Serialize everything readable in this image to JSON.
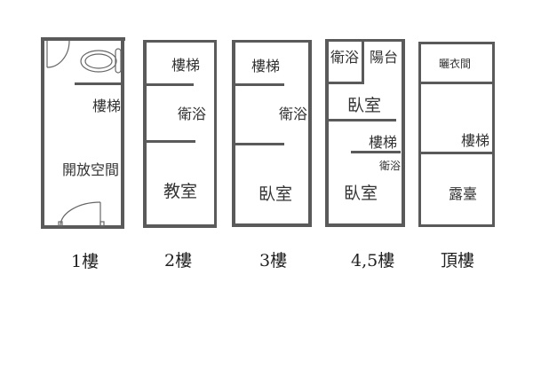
{
  "wall_color": "#5a5a5a",
  "floors": [
    {
      "caption": "1樓",
      "rooms": [
        "樓梯",
        "開放空間"
      ],
      "icons": [
        "toilet-icon",
        "door-swing-icon"
      ]
    },
    {
      "caption": "2樓",
      "rooms": [
        "樓梯",
        "衛浴",
        "教室"
      ]
    },
    {
      "caption": "3樓",
      "rooms": [
        "樓梯",
        "衛浴",
        "臥室"
      ]
    },
    {
      "caption": "4,5樓",
      "rooms": [
        "衛浴",
        "陽台",
        "臥室",
        "樓梯",
        "衛浴",
        "臥室"
      ]
    },
    {
      "caption": "頂樓",
      "rooms": [
        "曬衣間",
        "樓梯",
        "露臺"
      ]
    }
  ]
}
